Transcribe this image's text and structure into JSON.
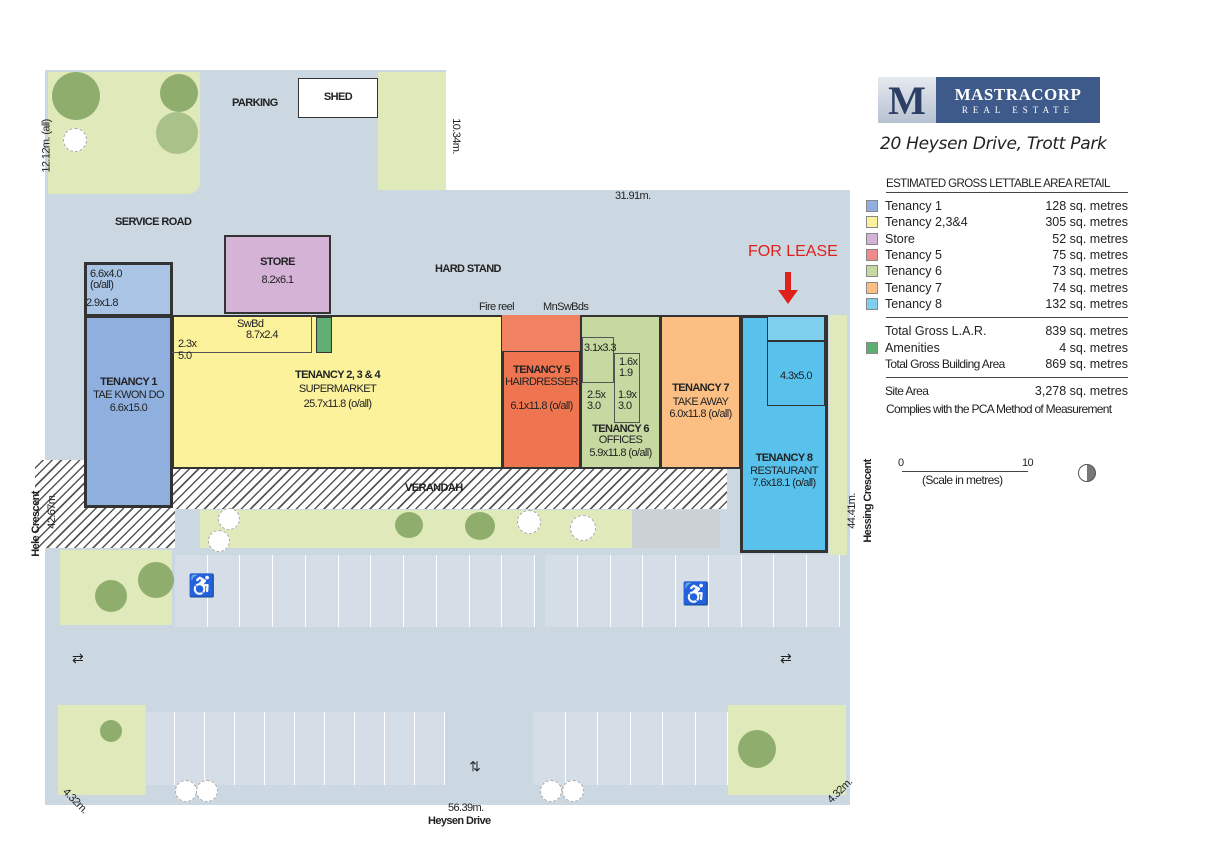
{
  "brand": {
    "logo_letter": "M",
    "name": "MASTRACORP",
    "sub": "REAL ESTATE"
  },
  "address": "20 Heysen Drive, Trott Park",
  "legend": {
    "title": "ESTIMATED GROSS LETTABLE AREA RETAIL",
    "items": [
      {
        "name": "Tenancy 1",
        "value": "128 sq. metres",
        "color": "#8fb0df"
      },
      {
        "name": "Tenancy 2,3&4",
        "value": "305 sq. metres",
        "color": "#fbf29b"
      },
      {
        "name": "Store",
        "value": "52 sq. metres",
        "color": "#d4b3d6"
      },
      {
        "name": "Tenancy 5",
        "value": "75 sq. metres",
        "color": "#ef8a8a"
      },
      {
        "name": "Tenancy 6",
        "value": "73 sq. metres",
        "color": "#c5d9a0"
      },
      {
        "name": "Tenancy 7",
        "value": "74 sq. metres",
        "color": "#fbbf84"
      },
      {
        "name": "Tenancy 8",
        "value": "132 sq. metres",
        "color": "#7fd0ee"
      }
    ],
    "totals": [
      {
        "name": "Total Gross L.A.R.",
        "value": "839 sq. metres"
      },
      {
        "name": "Amenities",
        "value": "4 sq. metres",
        "color": "#5fae72"
      },
      {
        "name": "Total Gross Building Area",
        "value": "869 sq. metres"
      }
    ],
    "site_area": {
      "name": "Site Area",
      "value": "3,278 sq. metres"
    },
    "note": "Complies with the PCA Method of Measurement",
    "scale": {
      "min": "0",
      "max": "10",
      "label": "(Scale in metres)"
    }
  },
  "plan": {
    "parking": "PARKING",
    "shed": "SHED",
    "service_road": "SERVICE ROAD",
    "hard_stand": "HARD STAND",
    "store": {
      "name": "STORE",
      "dims": "8.2x6.1"
    },
    "t1_room": {
      "dims": "6.6x4.0",
      "note": "(o/all)",
      "dims2": "2.9x1.8"
    },
    "t1": {
      "name": "TENANCY 1",
      "use": "TAE KWON DO",
      "dims": "6.6x15.0"
    },
    "t234": {
      "name": "TENANCY 2, 3 & 4",
      "use": "SUPERMARKET",
      "dims": "25.7x11.8 (o/all)",
      "swbd": "SwBd",
      "swbd_dims": "8.7x2.4",
      "room": "2.3x",
      "room2": "5.0"
    },
    "fire_reel": "Fire reel",
    "mnswbds": "MnSwBds",
    "t5": {
      "name": "TENANCY 5",
      "use": "HAIRDRESSER",
      "dims": "6.1x11.8 (o/all)"
    },
    "t6": {
      "name": "TENANCY 6",
      "use": "OFFICES",
      "dims": "5.9x11.8 (o/all)",
      "r1": "3.1x3.3",
      "r2a": "1.6x",
      "r2b": "1.9",
      "r3a": "2.5x",
      "r3b": "3.0",
      "r4a": "1.9x",
      "r4b": "3.0"
    },
    "t7": {
      "name": "TENANCY 7",
      "use": "TAKE AWAY",
      "dims": "6.0x11.8 (o/all)"
    },
    "t8": {
      "name": "TENANCY 8",
      "use": "RESTAURANT",
      "dims": "7.6x18.1 (o/all)",
      "room": "4.3x5.0"
    },
    "verandah": "VERANDAH",
    "for_lease": "FOR LEASE",
    "dims": {
      "top_right": "31.91m.",
      "left_top": "12.12m. (all)",
      "right_top": "10.34m.",
      "left": "42.67m.",
      "right": "44.41m.",
      "bottom": "56.39m.",
      "corner_l": "4.32m.",
      "corner_r": "4.32m."
    },
    "streets": {
      "left": "Hele Crescent",
      "right": "Hessing Crescent",
      "bottom": "Heysen Drive"
    }
  }
}
